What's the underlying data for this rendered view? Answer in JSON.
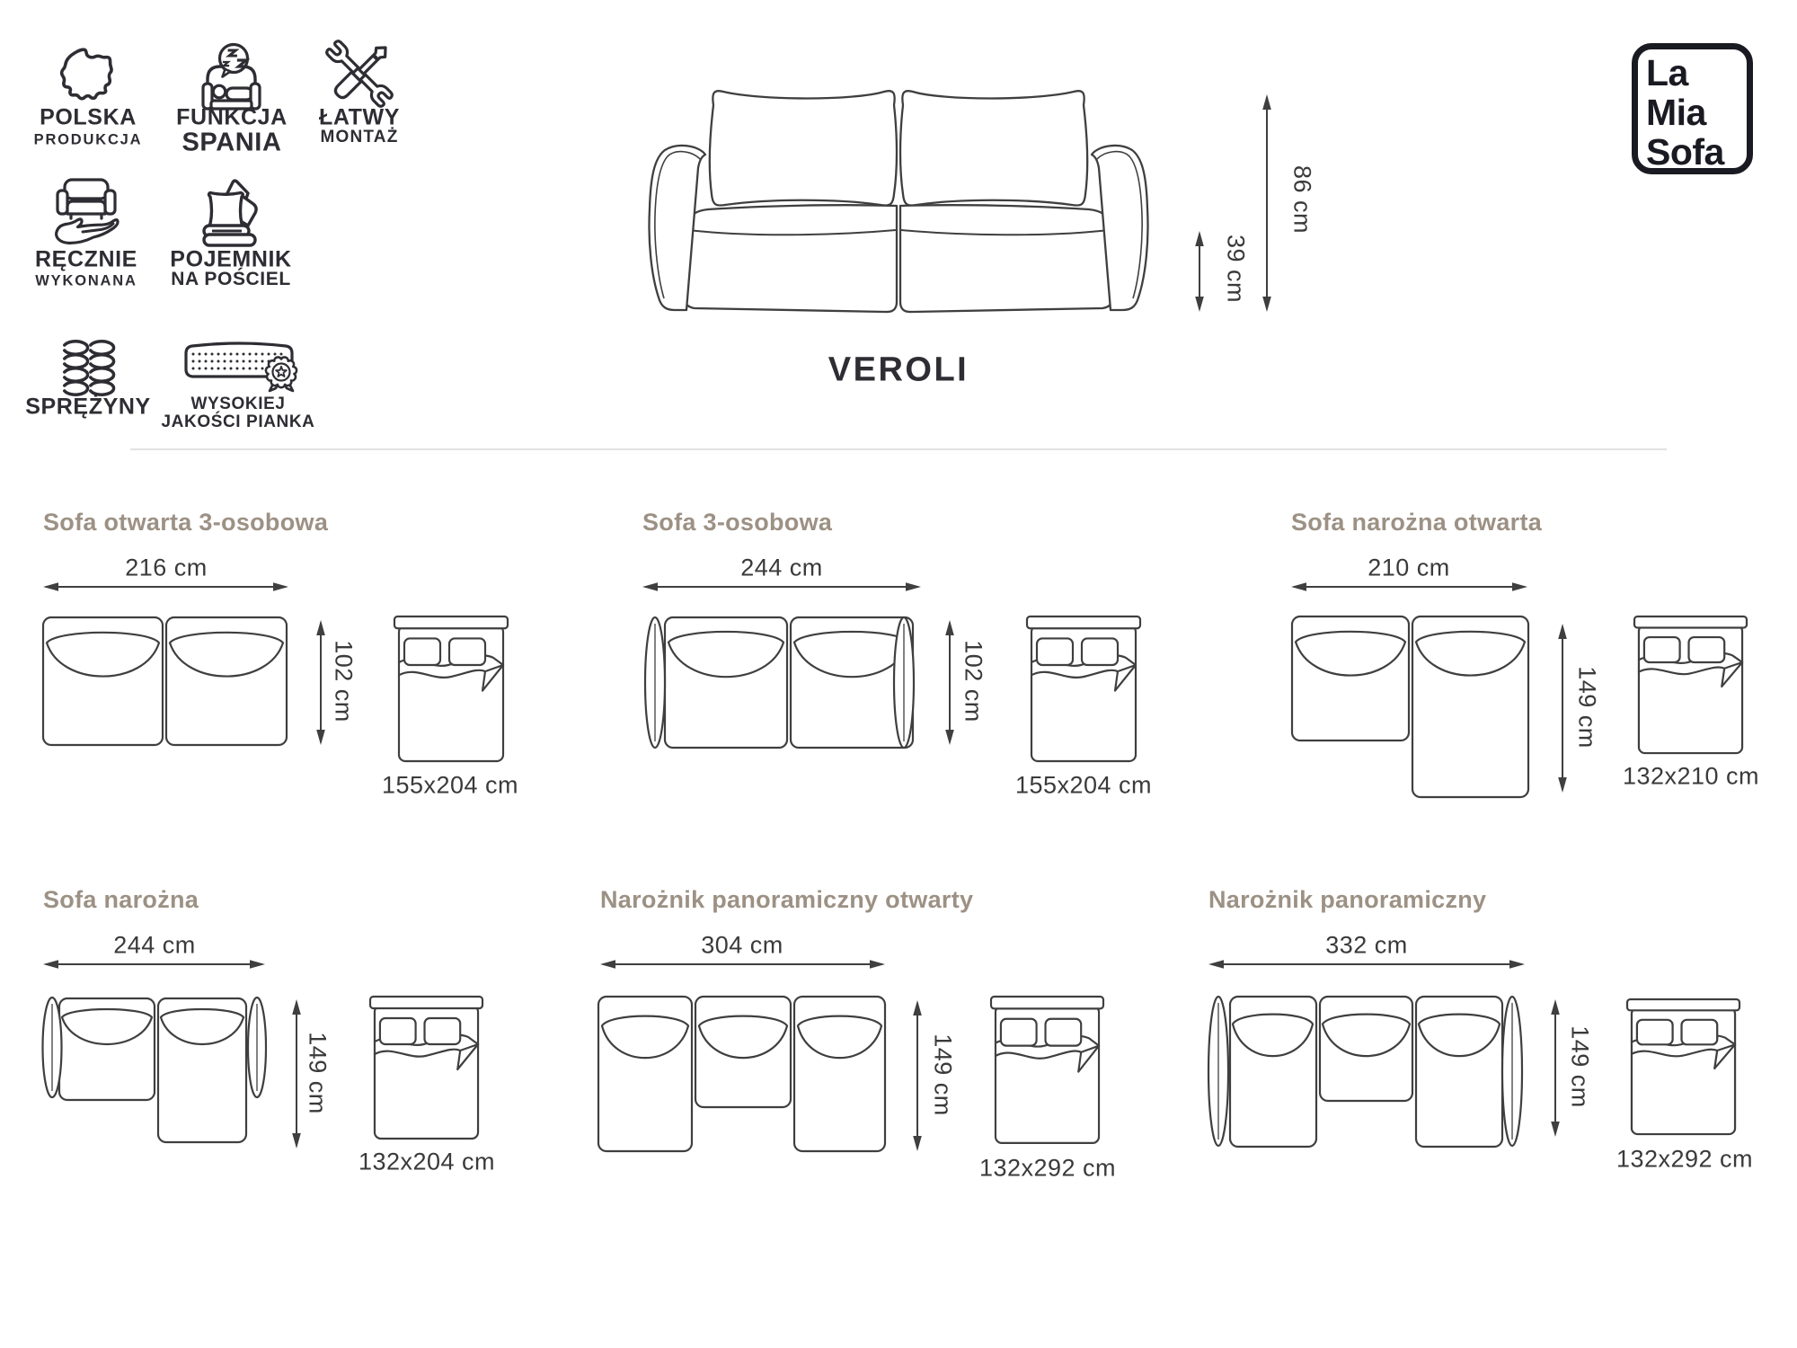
{
  "page": {
    "background": "#ffffff"
  },
  "colors": {
    "line_art": "#3f3f3f",
    "panel_title": "#9c9184",
    "dimension_text": "#3a3a3a",
    "dark_text": "#2d2d33",
    "logo": "#1a1a22",
    "divider": "#d9d9d9"
  },
  "logo": {
    "lines": [
      "La",
      "Mia",
      "Sofa"
    ]
  },
  "hero": {
    "product_name": "VEROLI",
    "total_height": "86 cm",
    "seat_height": "39 cm"
  },
  "features": [
    {
      "icon": "poland-map-icon",
      "label": "POLSKA",
      "sublabel": "PRODUKCJA"
    },
    {
      "icon": "sleep-function-icon",
      "label": "FUNKCJA",
      "sublabel": "SPANIA"
    },
    {
      "icon": "easy-assembly-icon",
      "label": "ŁATWY",
      "sublabel": "MONTAŻ"
    },
    {
      "icon": "handmade-icon",
      "label": "RĘCZNIE",
      "sublabel": "WYKONANA"
    },
    {
      "icon": "bedding-container-icon",
      "label": "POJEMNIK",
      "sublabel": "NA POŚCIEL"
    },
    {
      "icon": "springs-icon",
      "label": "SPRĘŻYNY",
      "sublabel": ""
    },
    {
      "icon": "quality-foam-icon",
      "label": "WYSOKIEJ",
      "sublabel": "JAKOŚCI PIANKA"
    }
  ],
  "variants": [
    {
      "title": "Sofa otwarta 3-osobowa",
      "width": "216 cm",
      "depth": "102 cm",
      "bed_size": "155x204 cm"
    },
    {
      "title": "Sofa 3-osobowa",
      "width": "244 cm",
      "depth": "102 cm",
      "bed_size": "155x204 cm"
    },
    {
      "title": "Sofa narożna otwarta",
      "width": "210 cm",
      "depth": "149 cm",
      "bed_size": "132x210 cm"
    },
    {
      "title": "Sofa narożna",
      "width": "244 cm",
      "depth": "149 cm",
      "bed_size": "132x204 cm"
    },
    {
      "title": "Narożnik panoramiczny otwarty",
      "width": "304 cm",
      "depth": "149 cm",
      "bed_size": "132x292 cm"
    },
    {
      "title": "Narożnik panoramiczny",
      "width": "332 cm",
      "depth": "149 cm",
      "bed_size": "132x292 cm"
    }
  ]
}
